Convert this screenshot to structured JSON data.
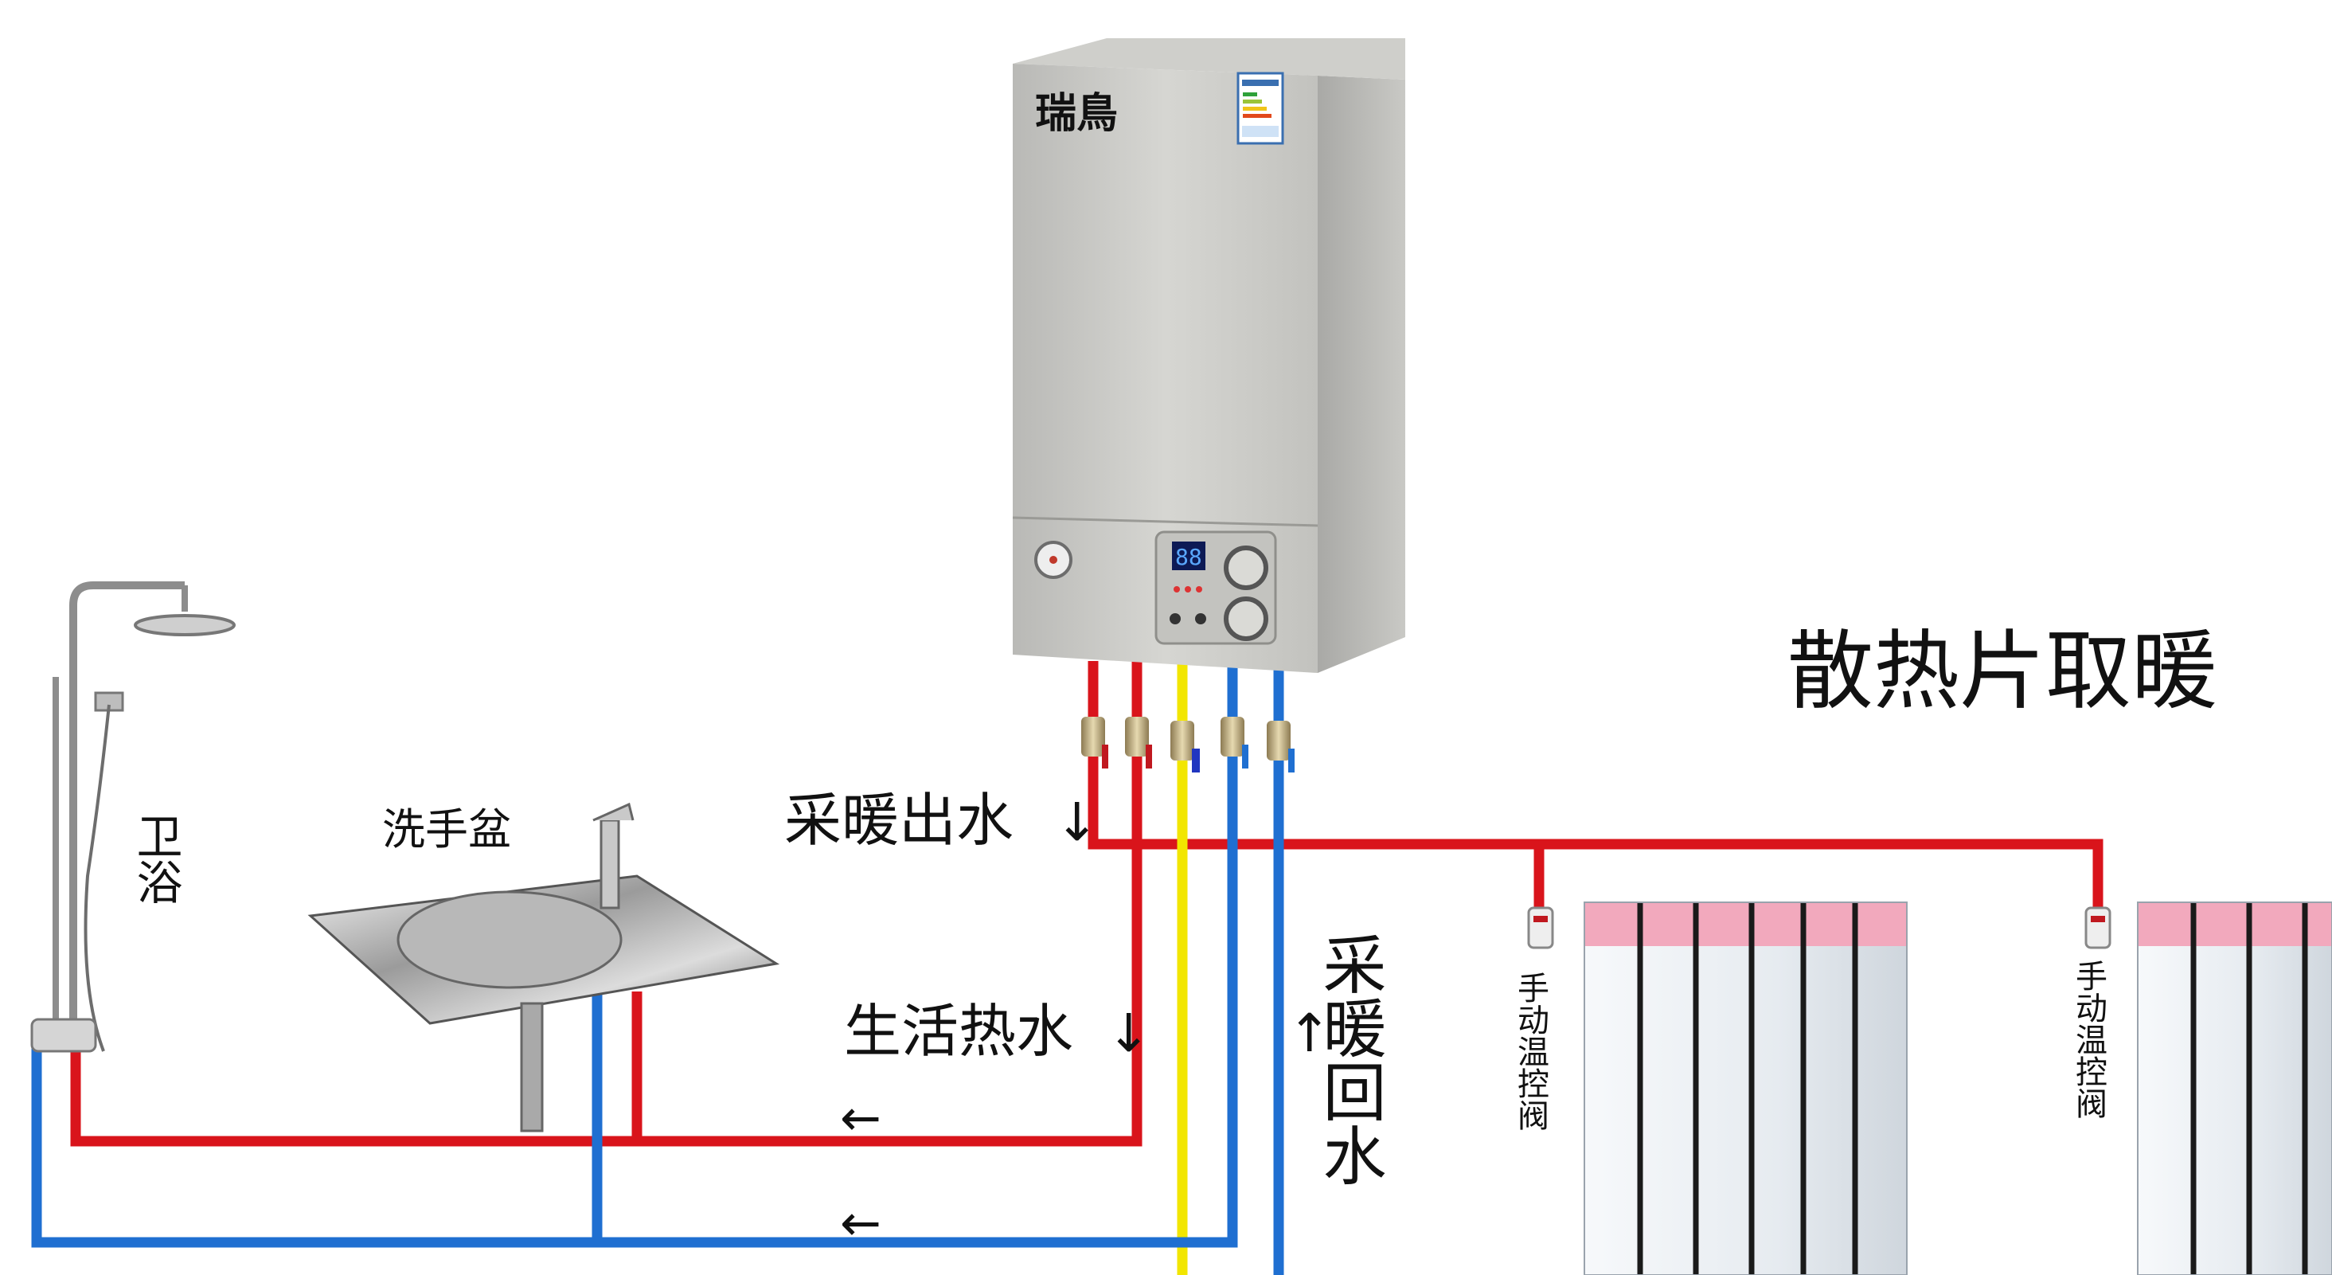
{
  "title": "散热片取暖",
  "labels": {
    "shower": "卫浴",
    "basin": "洗手盆",
    "heating_supply": "采暖出水",
    "heating_return": "采暖回水",
    "domestic_hot": "生活热水",
    "valve_1": "手动温控阀",
    "valve_2": "手动温控阀"
  },
  "arrows": {
    "down": "↓",
    "up": "↑",
    "left": "←"
  },
  "boiler": {
    "logo_text": "瑞鳥",
    "display_value": "88"
  },
  "colors": {
    "hot_pipe": "#d9141b",
    "cold_pipe": "#1f6fd1",
    "gas_pipe": "#f2e600",
    "radiator_cap": "#f2a9bd",
    "radiator_body": "#e9edf2"
  }
}
